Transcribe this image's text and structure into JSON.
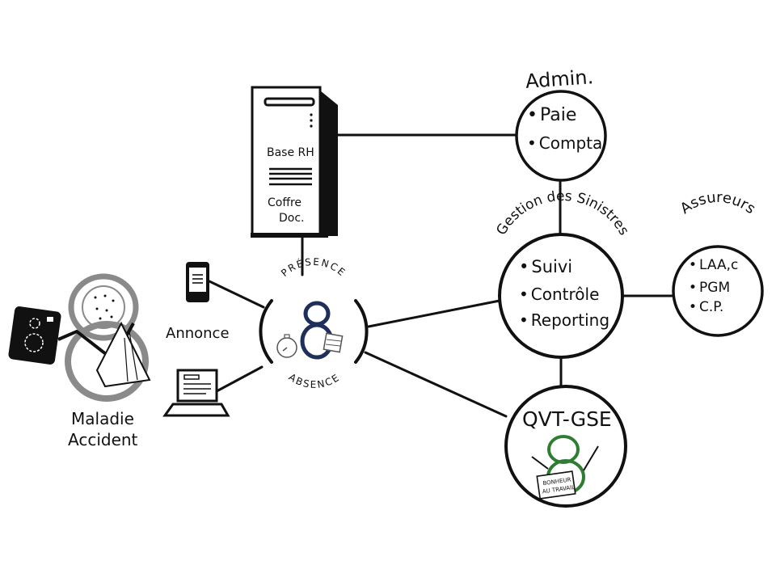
{
  "server": {
    "label_top": "Base RH",
    "label_bottom_1": "Coffre",
    "label_bottom_2": "Doc."
  },
  "admin": {
    "title": "Admin.",
    "items": [
      "Paie",
      "Compta"
    ]
  },
  "gestion": {
    "title": "Gestion des Sinistres",
    "items": [
      "Suivi",
      "Contrôle",
      "Reporting"
    ]
  },
  "assureurs": {
    "title": "Assureurs",
    "items": [
      "LAA,c",
      "PGM",
      "C.P."
    ]
  },
  "qvt": {
    "title": "QVT-GSE",
    "sign_line_1": "BONHEUR",
    "sign_line_2": "AU TRAVAIL",
    "color": "#2e7d32"
  },
  "presence": {
    "top_label": "PRÉSENCE",
    "bottom_label": "ABSENCE",
    "color": "#1f2f5c"
  },
  "annonce": {
    "label": "Annonce"
  },
  "maladie": {
    "label_1": "Maladie",
    "label_2": "Accident",
    "color": "#8a8a8a"
  }
}
